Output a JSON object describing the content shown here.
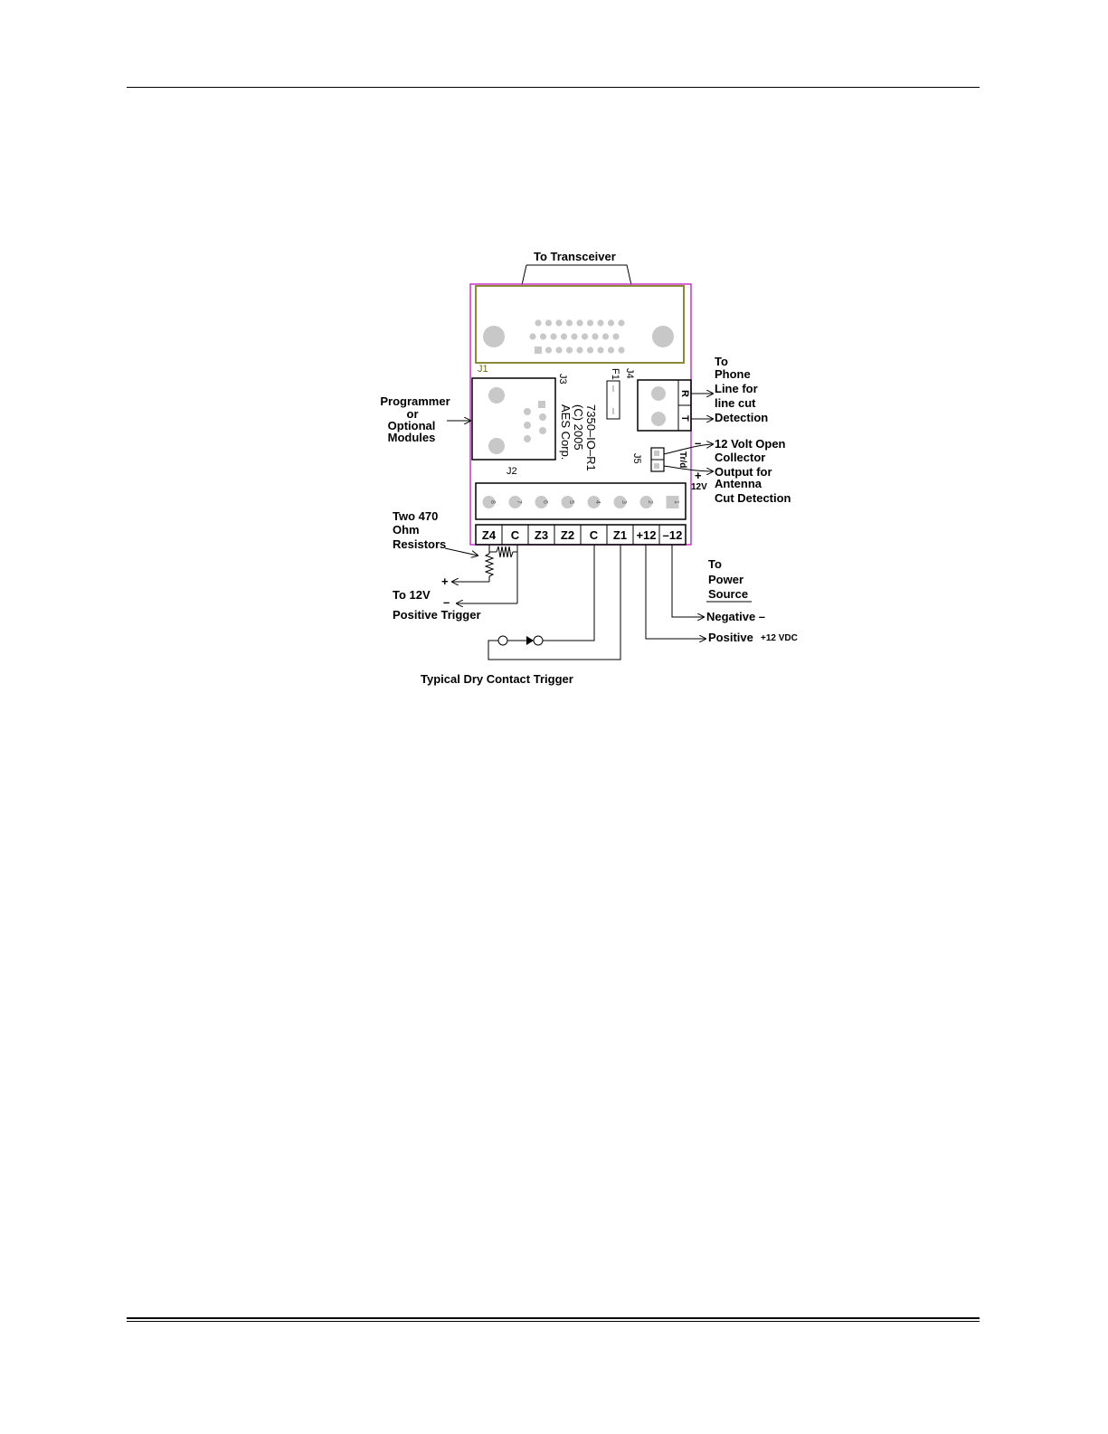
{
  "labels": {
    "to_transceiver": "To Transceiver",
    "j1": "J1",
    "j2": "J2",
    "j3": "J3",
    "j4": "J4",
    "j5": "J5",
    "f1": "F1",
    "pcb_line1": "7350–IO–R1",
    "pcb_line2": "(C)  2005",
    "pcb_line3": "AES Corp.",
    "programmer": [
      "Programmer",
      "or",
      "Optional",
      "Modules"
    ],
    "phone": [
      "To",
      "Phone",
      "Line for",
      "line cut",
      "Detection"
    ],
    "j4_r": "R",
    "j4_t": "T",
    "j5_minus": "–",
    "j5_plus": "+",
    "j5_12v": "12V",
    "j5_side": "Tr/d",
    "open_collector": [
      "12 Volt Open",
      "Collector",
      "Output for",
      "Antenna",
      "Cut Detection"
    ],
    "resistors": [
      "Two 470",
      "Ohm",
      "Resistors"
    ],
    "to_12v": "To 12V",
    "plus": "+",
    "minus": "–",
    "positive_trigger": "Positive Trigger",
    "power": [
      "To",
      "Power",
      "Source"
    ],
    "negative": "Negative  –",
    "positive": "Positive",
    "vdc": "+12 VDC",
    "dry_contact": "Typical Dry Contact Trigger"
  },
  "terminals": [
    "Z4",
    "C",
    "Z3",
    "Z2",
    "C",
    "Z1",
    "+12",
    "–12"
  ],
  "terminal_pins": [
    "8",
    "7",
    "6",
    "5",
    "4",
    "3",
    "2",
    "1"
  ],
  "colors": {
    "board_outline": "#cc33cc",
    "db_connector": "#8a8a3a",
    "pad": "#c8c8c8",
    "line": "#000000"
  }
}
